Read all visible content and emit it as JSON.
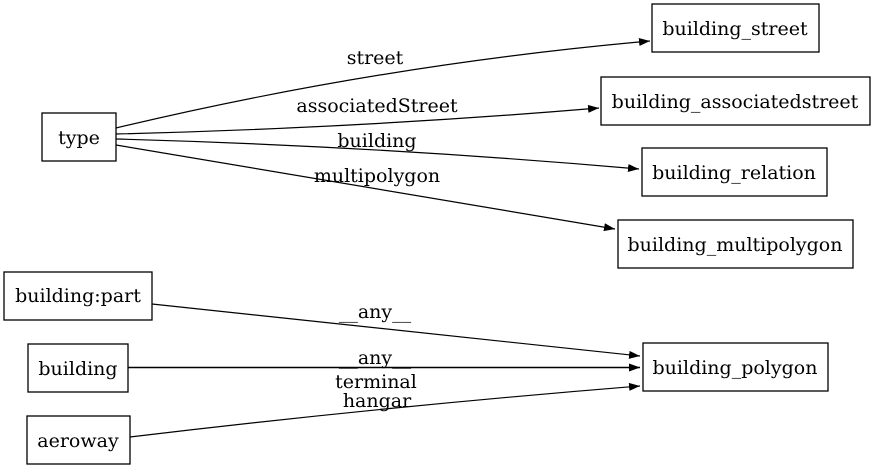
{
  "colors": {
    "background": "#ffffff",
    "node_fill": "#ffffff",
    "node_border": "#000000",
    "edge_stroke": "#000000",
    "text": "#000000"
  },
  "nodes": {
    "type": {
      "label": "type"
    },
    "building_street": {
      "label": "building_street"
    },
    "building_associatedstreet": {
      "label": "building_associatedstreet"
    },
    "building_relation": {
      "label": "building_relation"
    },
    "building_multipolygon": {
      "label": "building_multipolygon"
    },
    "building_part": {
      "label": "building:part"
    },
    "building": {
      "label": "building"
    },
    "aeroway": {
      "label": "aeroway"
    },
    "building_polygon": {
      "label": "building_polygon"
    }
  },
  "edges": [
    {
      "from": "type",
      "to": "building_street",
      "label": "street"
    },
    {
      "from": "type",
      "to": "building_associatedstreet",
      "label": "associatedStreet"
    },
    {
      "from": "type",
      "to": "building_relation",
      "label": "building"
    },
    {
      "from": "type",
      "to": "building_multipolygon",
      "label": "multipolygon"
    },
    {
      "from": "building:part",
      "to": "building_polygon",
      "label": "__any__"
    },
    {
      "from": "building",
      "to": "building_polygon",
      "label": "__any__"
    },
    {
      "from": "aeroway",
      "to": "building_polygon",
      "label": "terminal hangar",
      "label_lines": [
        "terminal",
        "hangar"
      ]
    }
  ]
}
